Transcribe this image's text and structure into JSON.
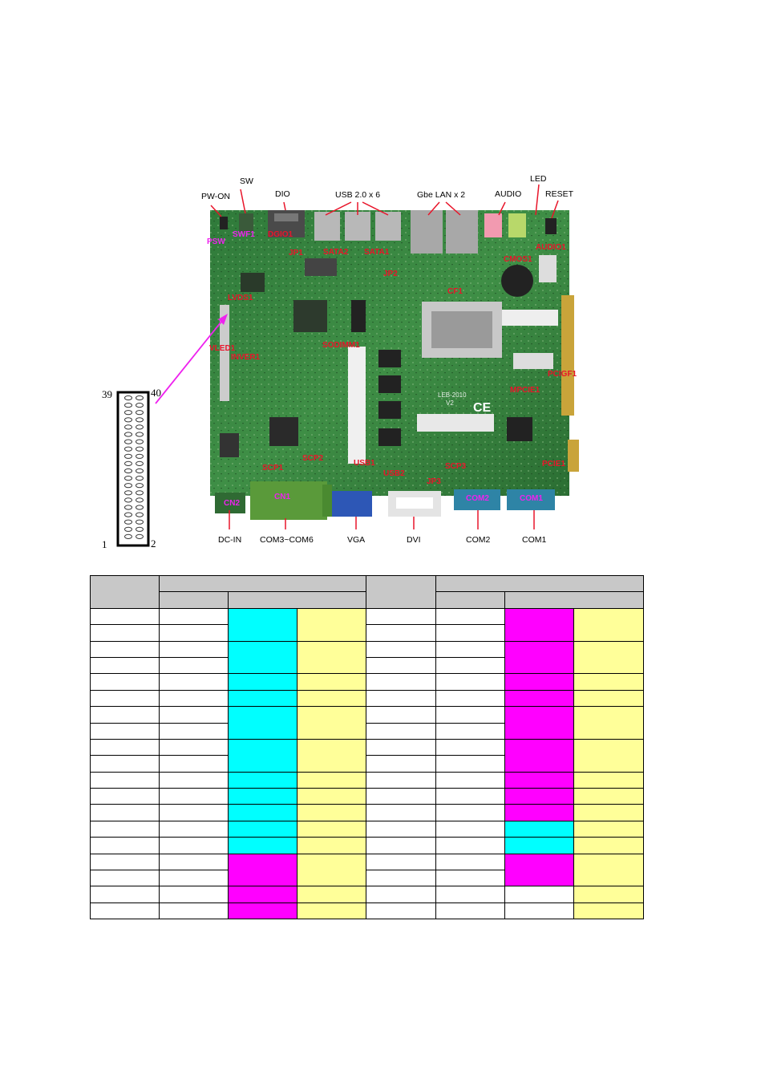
{
  "board": {
    "top_labels": {
      "sw": "SW",
      "led": "LED",
      "pw_on": "PW-ON",
      "dio": "DIO",
      "usb": "USB 2.0 x 6",
      "lan": "Gbe LAN x 2",
      "audio": "AUDIO",
      "reset": "RESET"
    },
    "bottom_labels": {
      "dcin": "DC-IN",
      "com36": "COM3~COM6",
      "vga": "VGA",
      "dvi": "DVI",
      "com2": "COM2",
      "com1": "COM1"
    },
    "connector_labels": {
      "psw": "PSW",
      "swf": "SWF1",
      "dgio": "DGIO1",
      "jp": "JP1",
      "sata2": "SATA2",
      "sata1": "SATA1",
      "jp2": "JP2",
      "cf": "CF1",
      "lvds": "LVDS1",
      "vled": "VLED1",
      "inver": "INVER1",
      "sodimm": "SODIMM1",
      "audio_conn": "AUDIO1",
      "cmos": "CMOS1",
      "pcigf": "PCIGF1",
      "mpcie": "MPCIE1",
      "pcie": "PCIE1",
      "cn2": "CN2",
      "cn1": "CN1",
      "com2c": "COM2",
      "com1c": "COM1",
      "scp": "SCP1",
      "scp2": "SCP2",
      "usb1": "USB1",
      "usb2": "USB2",
      "jp3": "JP3",
      "scp3": "SCP3"
    },
    "pcb_text": {
      "model": "LEB-2010",
      "ver": "V2",
      "ce": "CE"
    },
    "header_pins": {
      "p39": "39",
      "p40": "40",
      "p1": "1",
      "p2": "2"
    }
  },
  "table": {
    "pin_rows": 20,
    "colors": {
      "cyan": "#00ffff",
      "magenta": "#ff00ff",
      "yellow": "#ffff99",
      "header": "#c8c8c8"
    }
  }
}
